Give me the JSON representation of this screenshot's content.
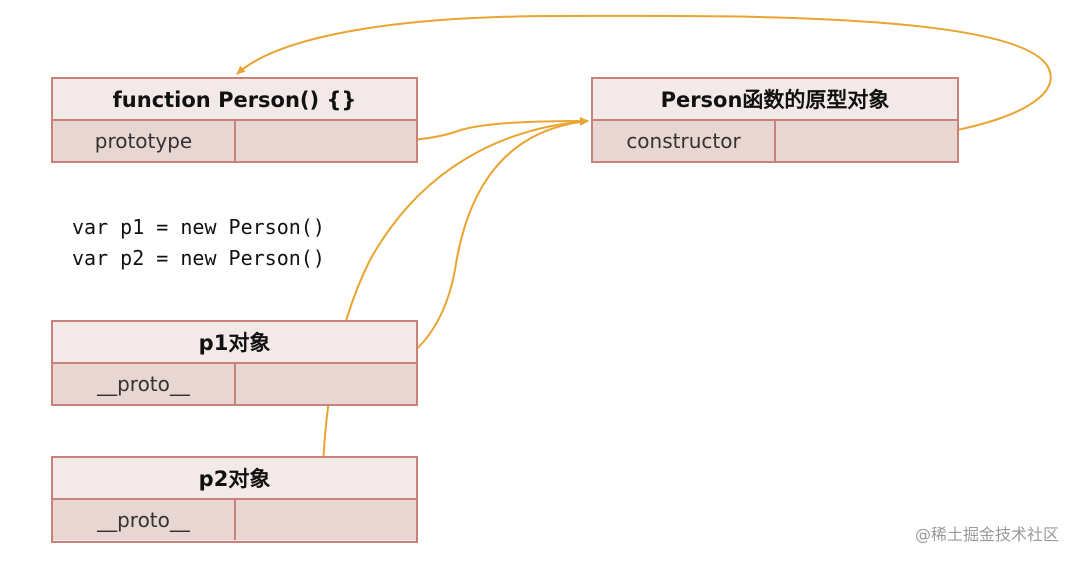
{
  "person_function": {
    "title": "function Person() {}",
    "field": "prototype"
  },
  "prototype_object": {
    "title": "Person函数的原型对象",
    "field": "constructor"
  },
  "code": {
    "line1": "var p1 = new Person()",
    "line2": "var p2 = new Person()"
  },
  "p1_object": {
    "title": "p1对象",
    "field": "__proto__"
  },
  "p2_object": {
    "title": "p2对象",
    "field": "__proto__"
  },
  "watermark": "@稀土掘金技术社区",
  "colors": {
    "arrow": "#e9a431",
    "box_border": "#c8827a",
    "title_bg": "#f2e9e8",
    "row_bg": "#e8d6d3"
  }
}
